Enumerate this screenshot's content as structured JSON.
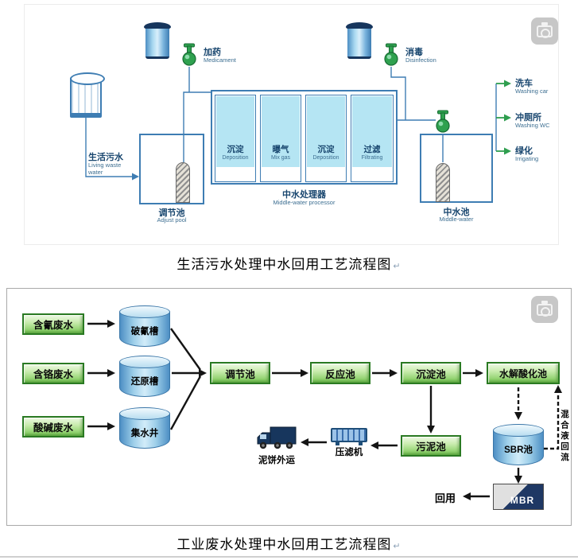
{
  "top": {
    "caption": "生活污水处理中水回用工艺流程图",
    "dosing": {
      "zh": "加药",
      "en": "Medicament"
    },
    "disinfect": {
      "zh": "消毒",
      "en": "Disinfection"
    },
    "inflow": {
      "zh": "生活污水",
      "en1": "Living waste",
      "en2": "water"
    },
    "adjust": {
      "zh": "调节池",
      "en": "Adjust pool"
    },
    "processor": {
      "zh": "中水处理器",
      "en": "Middle-water processor"
    },
    "stages": [
      {
        "zh": "沉淀",
        "en": "Deposition"
      },
      {
        "zh": "曝气",
        "en": "Mix gas"
      },
      {
        "zh": "沉淀",
        "en": "Deposition"
      },
      {
        "zh": "过滤",
        "en": "Filtrating"
      }
    ],
    "middle": {
      "zh": "中水池",
      "en": "Middle-water"
    },
    "uses": [
      {
        "zh": "洗车",
        "en": "Washing car"
      },
      {
        "zh": "冲厕所",
        "en": "Washing WC"
      },
      {
        "zh": "绿化",
        "en": "Irrigating"
      }
    ]
  },
  "bottom": {
    "caption": "工业废水处理中水回用工艺流程图",
    "inputs": [
      {
        "label": "含氰废水"
      },
      {
        "label": "含铬废水"
      },
      {
        "label": "酸碱废水"
      }
    ],
    "pretanks": [
      {
        "label": "破氰槽"
      },
      {
        "label": "还原槽"
      },
      {
        "label": "集水井"
      }
    ],
    "chain": [
      {
        "label": "调节池"
      },
      {
        "label": "反应池"
      },
      {
        "label": "沉淀池"
      },
      {
        "label": "水解酸化池"
      }
    ],
    "sbr": "SBR池",
    "mbr": "MBR",
    "reuse": "回用",
    "recycle": "混合液回流",
    "sludge": "污泥池",
    "press": "压滤机",
    "cake_out": "泥饼外运"
  },
  "marks": {
    "para": "↵"
  },
  "colors": {
    "pipe_blue": "#3e7db3",
    "pump_green": "#2fa14f",
    "arrow_black": "#141414",
    "box_green_border": "#2a7a22",
    "cylinder_blue": "#9fd0ea",
    "navy": "#17365d"
  }
}
